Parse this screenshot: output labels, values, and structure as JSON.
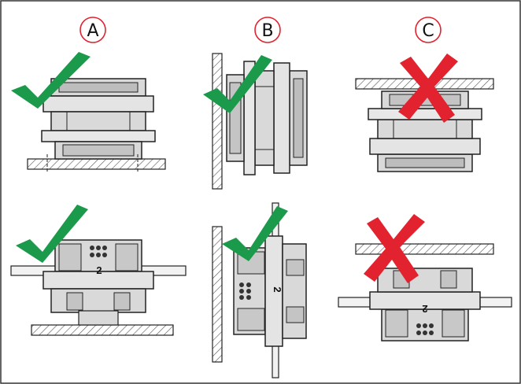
{
  "columns": [
    {
      "id": "A",
      "label": "A",
      "status_top": "correct",
      "status_bottom": "correct"
    },
    {
      "id": "B",
      "label": "B",
      "status_top": "correct",
      "status_bottom": "correct"
    },
    {
      "id": "C",
      "label": "C",
      "status_top": "incorrect",
      "status_bottom": "incorrect"
    }
  ],
  "marks": {
    "module_number": "2"
  },
  "colors": {
    "check": "#1a9a4a",
    "cross": "#e2222e",
    "outline": "#222222",
    "fill": "#d9d9d9",
    "hatch": "#555555"
  },
  "icons": {
    "correct": "check-icon",
    "incorrect": "cross-icon"
  }
}
